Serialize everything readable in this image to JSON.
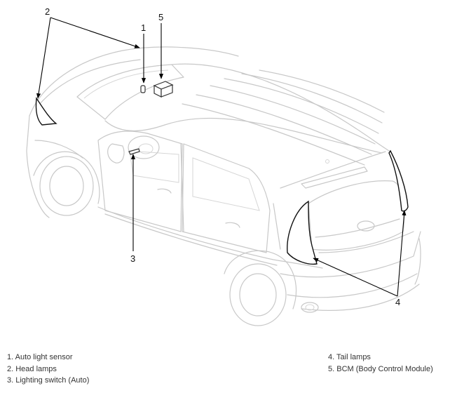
{
  "callouts": {
    "c1": "1",
    "c2": "2",
    "c3": "3",
    "c4": "4",
    "c5": "5"
  },
  "legend": {
    "left": [
      "1. Auto light sensor",
      "2. Head lamps",
      "3. Lighting switch (Auto)"
    ],
    "right": [
      "4. Tail lamps",
      "5. BCM (Body Control Module)"
    ]
  },
  "colors": {
    "car_outline": "#c8c8c8",
    "leader_line": "#000000"
  }
}
